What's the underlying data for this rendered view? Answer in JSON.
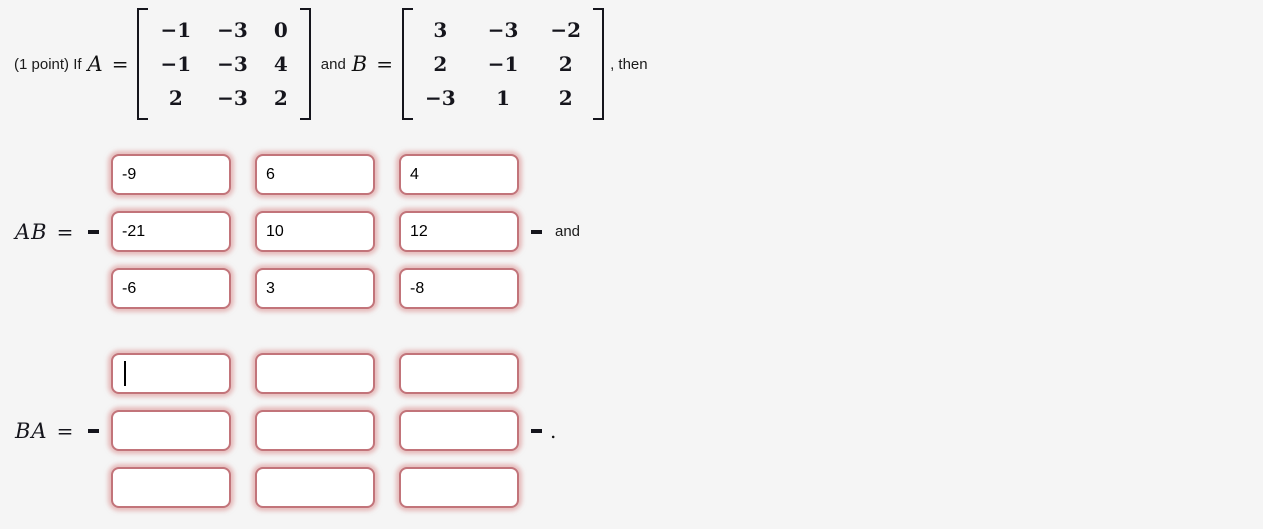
{
  "colors": {
    "page_background": "#f5f5f5",
    "input_border": "#c2747a",
    "input_glow": "#d88b8b",
    "input_background": "#ffffff",
    "math_text": "#15151c"
  },
  "problem": {
    "points_prefix": "(1 point) If",
    "and_label": "and",
    "then_label": ", then",
    "matrix_A": {
      "name": "A",
      "equals": "=",
      "rows": [
        [
          "−1",
          "−3",
          "0"
        ],
        [
          "−1",
          "−3",
          "4"
        ],
        [
          "2",
          "−3",
          "2"
        ]
      ]
    },
    "matrix_B": {
      "name": "B",
      "equals": "=",
      "rows": [
        [
          "3",
          "−3",
          "−2"
        ],
        [
          "2",
          "−1",
          "2"
        ],
        [
          "−3",
          "1",
          "2"
        ]
      ]
    }
  },
  "ab": {
    "label": "AB",
    "equals": "=",
    "values": [
      [
        "-9",
        "6",
        "4"
      ],
      [
        "-21",
        "10",
        "12"
      ],
      [
        "-6",
        "3",
        "-8"
      ]
    ],
    "suffix": "and"
  },
  "ba": {
    "label": "BA",
    "equals": "=",
    "values": [
      [
        "",
        "",
        ""
      ],
      [
        "",
        "",
        ""
      ],
      [
        "",
        "",
        ""
      ]
    ],
    "suffix": "."
  }
}
